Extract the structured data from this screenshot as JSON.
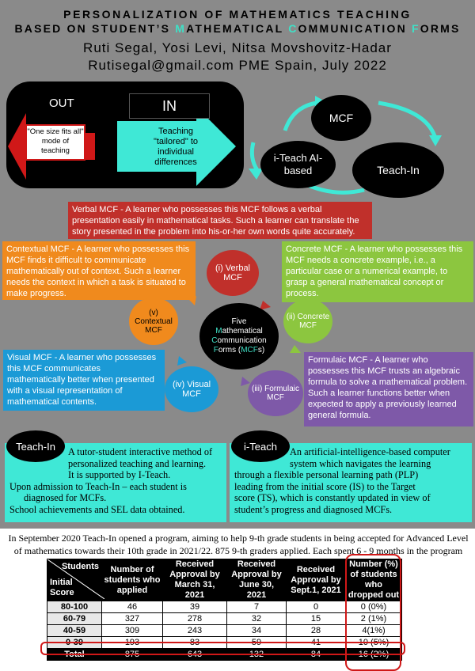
{
  "header": {
    "title_line1": "PERSONALIZATION OF MATHEMATICS TEACHING",
    "title_line2_parts": [
      "BASED ON STUDENT’S ",
      "M",
      "ATHEMATICAL ",
      "C",
      "OMMUNICATION ",
      "F",
      "ORMS"
    ],
    "authors": "Ruti Segal, Yosi Levi, Nitsa Movshovitz-Hadar",
    "contact": "Rutisegal@gmail.com    PME Spain, July 2022"
  },
  "out_in": {
    "out_label": "OUT",
    "in_label": "IN",
    "out_text": "\"One size fits all\" mode of teaching",
    "in_text": "Teaching \"tailored\" to individual differences"
  },
  "cycle": {
    "mcf": "MCF",
    "iteach": "i-Teach AI-based",
    "teachin": "Teach-In"
  },
  "mcf_boxes": {
    "verbal": "Verbal MCF - A learner who possesses this MCF follows a verbal presentation easily in mathematical tasks. Such a learner can translate the story presented in the problem into his-or-her own words quite accurately.",
    "contextual": "Contextual MCF - A learner who possesses this MCF finds it difficult to communicate mathematically out of context. Such a learner needs the context in which a task is situated to make progress.",
    "concrete": "Concrete MCF - A learner who possesses this MCF needs a concrete example, i.e., a particular case or a numerical example, to grasp a general mathematical concept or process.",
    "visual": "Visual MCF - A learner who possesses this MCF communicates mathematically better when presented with a visual representation of mathematical contents.",
    "formulaic": "Formulaic MCF - A learner who possesses this MCF trusts an algebraic formula to solve a mathematical problem. Such a learner functions better when expected to apply a previously learned general formula."
  },
  "mcf_circles": {
    "verbal": "(i) Verbal MCF",
    "concrete": "(ii) Concrete MCF",
    "formulaic": "(iii) Formulaic MCF",
    "visual": "(iv) Visual MCF",
    "contextual": "(v) Contextual MCF",
    "center_parts": [
      "Five ",
      "M",
      "athematical ",
      "C",
      "ommunication ",
      "F",
      "orms (",
      "MCF",
      "s)"
    ]
  },
  "teachin": {
    "tag": "Teach-In",
    "lines": [
      "A tutor-student interactive method of",
      "personalized teaching and learning.",
      "It is supported by I-Teach.",
      "Upon admission to Teach-In – each student is",
      "diagnosed  for MCFs.",
      "School achievements and SEL data obtained."
    ]
  },
  "iteach": {
    "tag": "i-Teach",
    "lines": [
      "An artificial-intelligence-based computer",
      "system which navigates the learning",
      "through a flexible personal learning path (PLP)",
      "leading from the initial score (IS) to the Target",
      "score (TS), which is constantly updated in view of",
      "student’s progress and diagnosed MCFs."
    ]
  },
  "program_text": "In September 2020 Teach-In opened a program, aiming to help 9-th grade students in being accepted for Advanced Level of mathematics towards their 10th grade in 2021/22. 875 9-th graders applied.  Each spent 6 - 9 months in the program",
  "table": {
    "corner_top": "Students",
    "corner_bottom": "Initial Score",
    "headers": [
      "Number of students who applied",
      "Received Approval by March 31, 2021",
      "Received Approval by June 30, 2021",
      "Received Approval by Sept.1, 2021",
      "Number (%) of students who dropped out"
    ],
    "rows": [
      [
        "80-100",
        "46",
        "39",
        "7",
        "0",
        "0 (0%)"
      ],
      [
        "60-79",
        "327",
        "278",
        "32",
        "15",
        "2 (1%)"
      ],
      [
        "40-59",
        "309",
        "243",
        "34",
        "28",
        "4(1%)"
      ],
      [
        "0-39",
        "193",
        "83",
        "59",
        "41",
        "10 (5%)"
      ],
      [
        "Total",
        "875",
        "643",
        "132",
        "84",
        "16 (2%)"
      ]
    ]
  },
  "colors": {
    "verbal": "#c0302b",
    "contextual": "#f08a1d",
    "concrete": "#8cc63f",
    "visual": "#1b9ad6",
    "formulaic": "#7e59a8",
    "aqua": "#3fe8d6",
    "highlight": "#d01818"
  }
}
